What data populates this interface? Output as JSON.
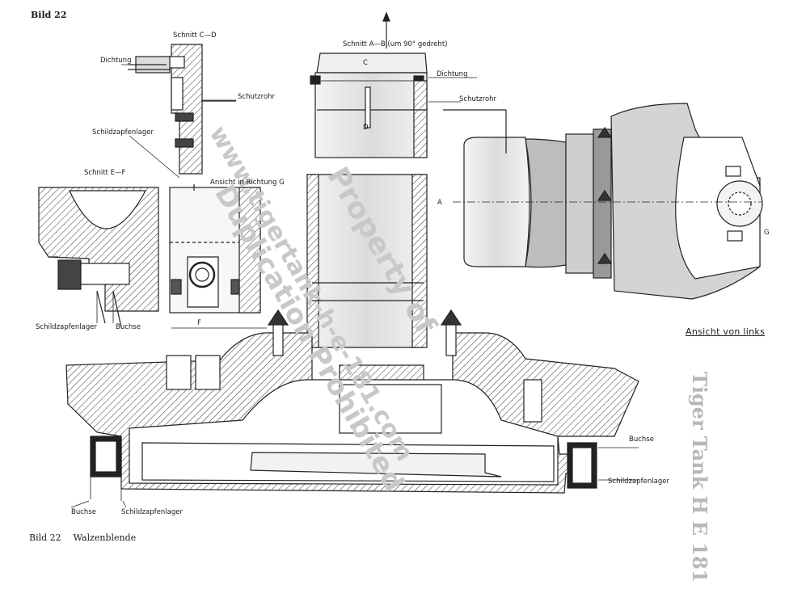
{
  "header": {
    "figure": "Bild 22"
  },
  "caption": {
    "number": "Bild 22",
    "title": "Walzenblende"
  },
  "labels": {
    "schnitt_cd": "Schnitt C—D",
    "dichtung_left": "Dichtung",
    "schutzrohr_left": "Schutzrohr",
    "schildzapfenlager_top": "Schildzapfenlager",
    "schnitt_ef": "Schnitt E—F",
    "ansicht_g": "Ansicht in Richtung G",
    "schildzapfenlager_left": "Schildzapfenlager",
    "buchse_left": "Buchse",
    "f_mark": "F",
    "schnitt_ab": "Schnitt A—B (um 90° gedreht)",
    "dichtung_center": "Dichtung",
    "schutzrohr_center": "Schutzrohr",
    "c_mark": "C",
    "d_mark": "D",
    "a_mark": "A",
    "g_mark": "G",
    "ansicht_links": "Ansicht von links",
    "buchse_right": "Buchse",
    "schildzapfenlager_right": "Schildzapfenlager",
    "buchse_bottom": "Buchse",
    "schildzapfenlager_bottom": "Schildzapfenlager"
  },
  "watermark": {
    "line1": "Property of",
    "line2": "www.tigertank-h-e-181.com",
    "line3": "Duplication Prohibited",
    "side": "Tiger Tank H E 181"
  }
}
